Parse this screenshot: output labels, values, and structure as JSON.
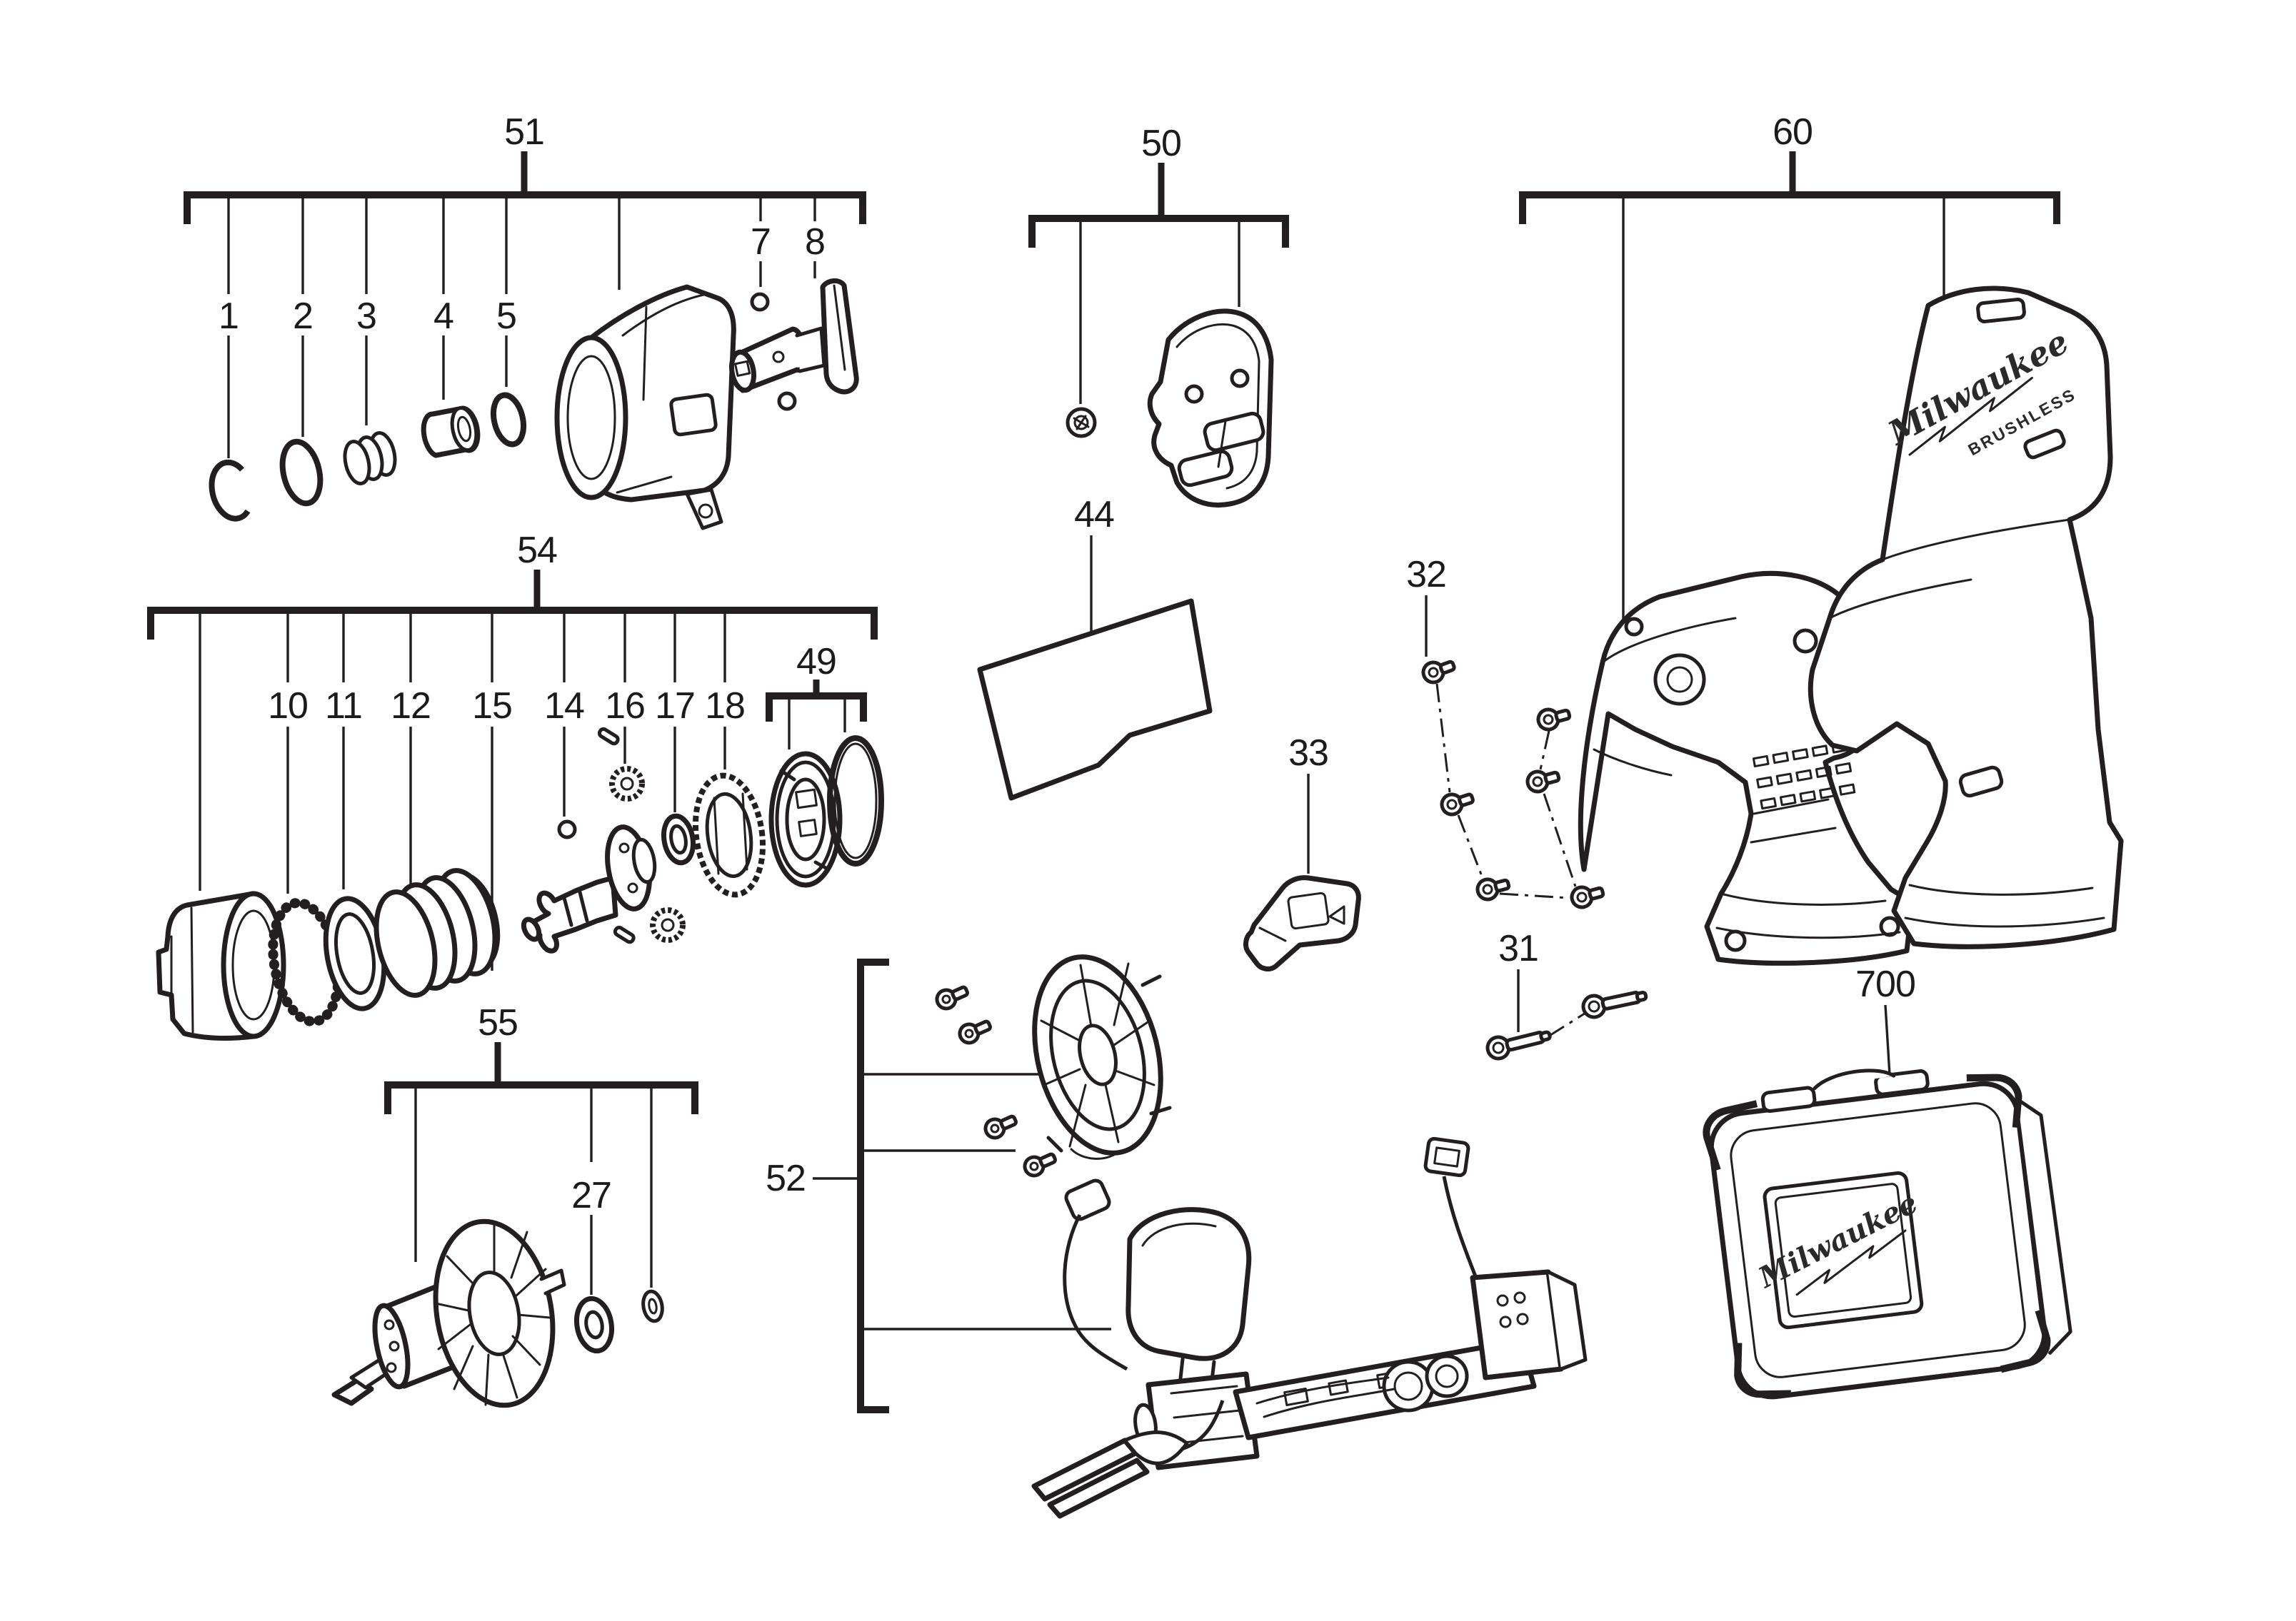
{
  "diagram": {
    "type": "exploded parts diagram",
    "colors": {
      "ink": "#231f20",
      "paper": "#ffffff",
      "label": "#1b1b1b"
    }
  },
  "labels": {
    "g51": "51",
    "g50": "50",
    "g60": "60",
    "g54": "54",
    "g49": "49",
    "g44": "44",
    "g32": "32",
    "g33": "33",
    "g31": "31",
    "g55": "55",
    "g27": "27",
    "g52": "52",
    "g700": "700",
    "p1": "1",
    "p2": "2",
    "p3": "3",
    "p4": "4",
    "p5": "5",
    "p7": "7",
    "p8": "8",
    "p10": "10",
    "p11": "11",
    "p12": "12",
    "p15": "15",
    "p14": "14",
    "p16": "16",
    "p17": "17",
    "p18": "18"
  },
  "branding": {
    "housing_logo": "Milwaukee",
    "housing_sub": "BRUSHLESS",
    "case_logo": "Milwaukee"
  }
}
